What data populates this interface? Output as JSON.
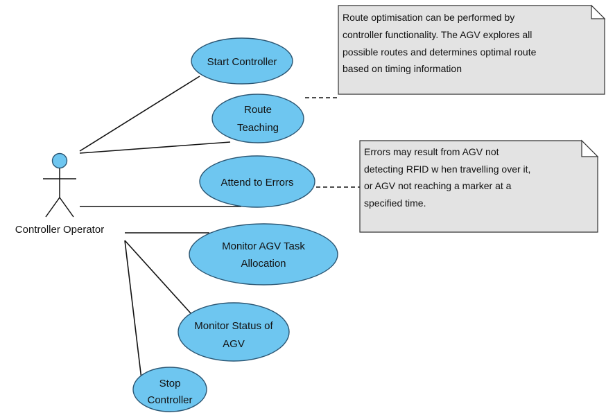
{
  "colors": {
    "use_case_fill": "#6ec6f0",
    "use_case_stroke": "#2b5673",
    "note_fill": "#e3e3e3",
    "line": "#111111"
  },
  "actor": {
    "name": "Controller Operator"
  },
  "use_cases": [
    {
      "id": "start-controller",
      "lines": [
        "Start Controller"
      ]
    },
    {
      "id": "route-teaching",
      "lines": [
        "Route",
        "Teaching"
      ]
    },
    {
      "id": "attend-to-errors",
      "lines": [
        "Attend to Errors"
      ]
    },
    {
      "id": "monitor-agv-task-allocation",
      "lines": [
        "Monitor AGV Task",
        "Allocation"
      ]
    },
    {
      "id": "monitor-status-of-agv",
      "lines": [
        "Monitor Status of",
        "AGV"
      ]
    },
    {
      "id": "stop-controller",
      "lines": [
        "Stop",
        "Controller"
      ]
    }
  ],
  "notes": [
    {
      "id": "route-optimisation",
      "lines": [
        "Route optimisation can be performed by",
        "controller functionality. The AGV explores all",
        "possible routes and determines optimal route",
        "based on timing information"
      ]
    },
    {
      "id": "errors",
      "lines": [
        "Errors may result from AGV not",
        "detecting RFID w hen travelling over it,",
        "or AGV not reaching a marker at a",
        "specified time."
      ]
    }
  ]
}
